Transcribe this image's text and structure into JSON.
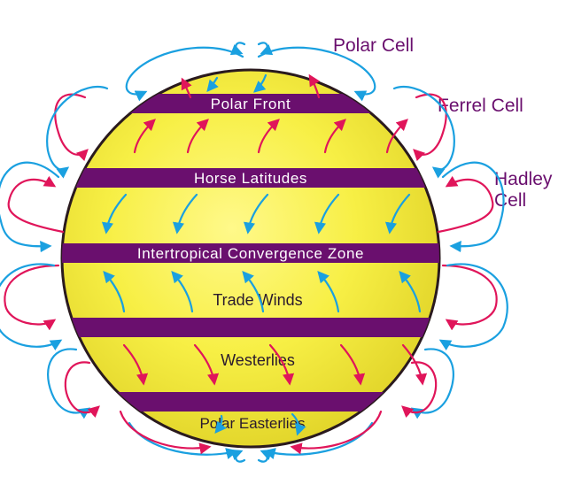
{
  "bands": {
    "polar_front": "Polar Front",
    "horse_latitudes": "Horse Latitudes",
    "itcz": "Intertropical Convergence Zone"
  },
  "zones": {
    "trade_winds": "Trade Winds",
    "westerlies": "Westerlies",
    "polar_easterlies": "Polar Easterlies"
  },
  "cells": {
    "polar": "Polar Cell",
    "ferrel": "Ferrel Cell",
    "hadley_line1": "Hadley",
    "hadley_line2": "Cell"
  },
  "colors": {
    "globe_fill": "#f7ef45",
    "globe_stroke": "#2a1a1e",
    "band": "#6a0f6e",
    "warm_arrow": "#e0155a",
    "cool_arrow": "#1aa0e0",
    "label": "#6a0f6e"
  },
  "icons": {
    "warm": "red-arrow-icon",
    "cool": "blue-arrow-icon"
  }
}
